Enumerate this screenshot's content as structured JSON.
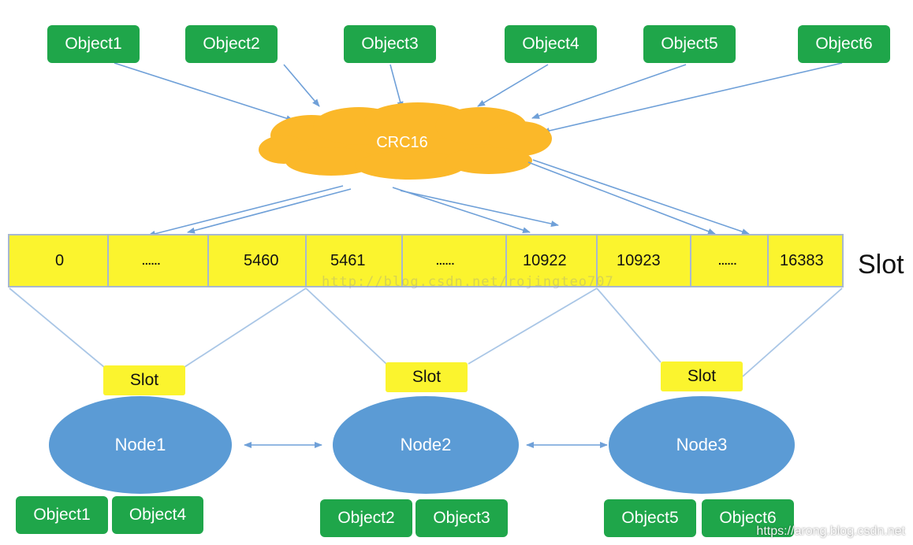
{
  "top_objects": [
    "Object1",
    "Object2",
    "Object3",
    "Object4",
    "Object5",
    "Object6"
  ],
  "hash_function": "CRC16",
  "slot_cells": [
    "0",
    "......",
    "5460",
    "5461",
    "......",
    "10922",
    "10923",
    "......",
    "16383"
  ],
  "slot_axis_label": "Slot",
  "nodes": [
    {
      "name": "Node1",
      "slot_tag": "Slot",
      "objects": [
        "Object1",
        "Object4"
      ]
    },
    {
      "name": "Node2",
      "slot_tag": "Slot",
      "objects": [
        "Object2",
        "Object3"
      ]
    },
    {
      "name": "Node3",
      "slot_tag": "Slot",
      "objects": [
        "Object5",
        "Object6"
      ]
    }
  ],
  "watermarks": {
    "url": "http://blog.csdn.net/rojingteo707",
    "site": "https://arong.blog.csdn.net"
  },
  "colors": {
    "object_green": "#1fa64a",
    "cloud_orange": "#fbb829",
    "slot_yellow": "#fbf42e",
    "node_blue": "#5b9bd5",
    "arrow_blue": "#6fa0d8",
    "line_blue": "#a9c6e6"
  }
}
